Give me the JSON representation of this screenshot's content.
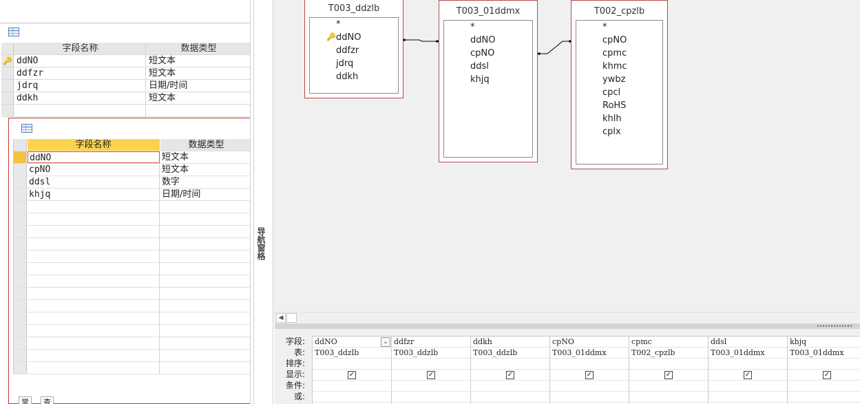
{
  "table_design_1": {
    "header": {
      "field_name": "字段名称",
      "data_type": "数据类型"
    },
    "rows": [
      {
        "field": "ddNO",
        "type": "短文本",
        "is_key": true
      },
      {
        "field": "ddfzr",
        "type": "短文本"
      },
      {
        "field": "jdrq",
        "type": "日期/时间"
      },
      {
        "field": "ddkh",
        "type": "短文本"
      }
    ]
  },
  "table_design_2": {
    "header": {
      "field_name": "字段名称",
      "data_type": "数据类型"
    },
    "rows": [
      {
        "field": "ddNO",
        "type": "短文本"
      },
      {
        "field": "cpNO",
        "type": "短文本"
      },
      {
        "field": "ddsl",
        "type": "数字"
      },
      {
        "field": "khjq",
        "type": "日期/时间"
      }
    ],
    "tabs": [
      "常规",
      "查阅"
    ]
  },
  "nav_pane": {
    "label": "导航窗格"
  },
  "query_tables": [
    {
      "title": "T003_ddzlb",
      "fields": [
        "*",
        "ddNO",
        "ddfzr",
        "jdrq",
        "ddkh"
      ],
      "key_field": "ddNO"
    },
    {
      "title": "T003_01ddmx",
      "fields": [
        "*",
        "ddNO",
        "cpNO",
        "ddsl",
        "khjq"
      ]
    },
    {
      "title": "T002_cpzlb",
      "fields": [
        "*",
        "cpNO",
        "cpmc",
        "khmc",
        "ywbz",
        "cpcl",
        "RoHS",
        "khlh",
        "cplx"
      ]
    }
  ],
  "scrollbar": {
    "left_arrow": "◀"
  },
  "qbe": {
    "row_labels": [
      "字段:",
      "表:",
      "排序:",
      "显示:",
      "条件:",
      "或:"
    ],
    "columns": [
      {
        "field": "ddNO",
        "table": "T003_ddzlb",
        "show": true
      },
      {
        "field": "ddfzr",
        "table": "T003_ddzlb",
        "show": true
      },
      {
        "field": "ddkh",
        "table": "T003_ddzlb",
        "show": true
      },
      {
        "field": "cpNO",
        "table": "T003_01ddmx",
        "show": true
      },
      {
        "field": "cpmc",
        "table": "T002_cpzlb",
        "show": true
      },
      {
        "field": "ddsl",
        "table": "T003_01ddmx",
        "show": true
      },
      {
        "field": "khjq",
        "table": "T003_01ddmx",
        "show": true
      }
    ],
    "check_glyph": "✓",
    "dropdown_glyph": "⌄"
  },
  "colors": {
    "accent_border": "#c0392b",
    "header_highlight": "#fcd34d"
  }
}
